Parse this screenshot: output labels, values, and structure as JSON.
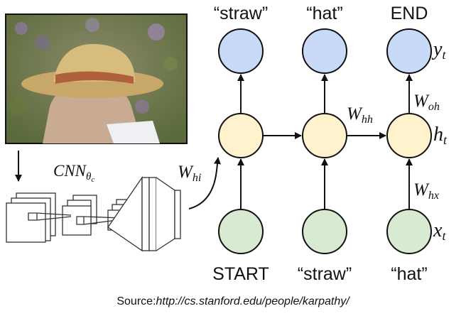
{
  "outputs": [
    "“straw”",
    "“hat”",
    "END"
  ],
  "inputs": [
    "START",
    "“straw”",
    "“hat”"
  ],
  "symbols": {
    "y": "y",
    "y_sub": "t",
    "h": "h",
    "h_sub": "t",
    "x": "x",
    "x_sub": "t",
    "W_oh": "W",
    "W_oh_sub": "oh",
    "W_hh": "W",
    "W_hh_sub": "hh",
    "W_hx": "W",
    "W_hx_sub": "hx",
    "W_hi": "W",
    "W_hi_sub": "hi",
    "cnn": "CNN",
    "cnn_sub": "θ",
    "cnn_subsub": "c"
  },
  "source": {
    "prefix": "Source:",
    "url": "http://cs.stanford.edu/people/karpathy/"
  },
  "colors": {
    "output": "#c9daf8",
    "hidden": "#fff2cc",
    "input": "#d9ead3"
  }
}
